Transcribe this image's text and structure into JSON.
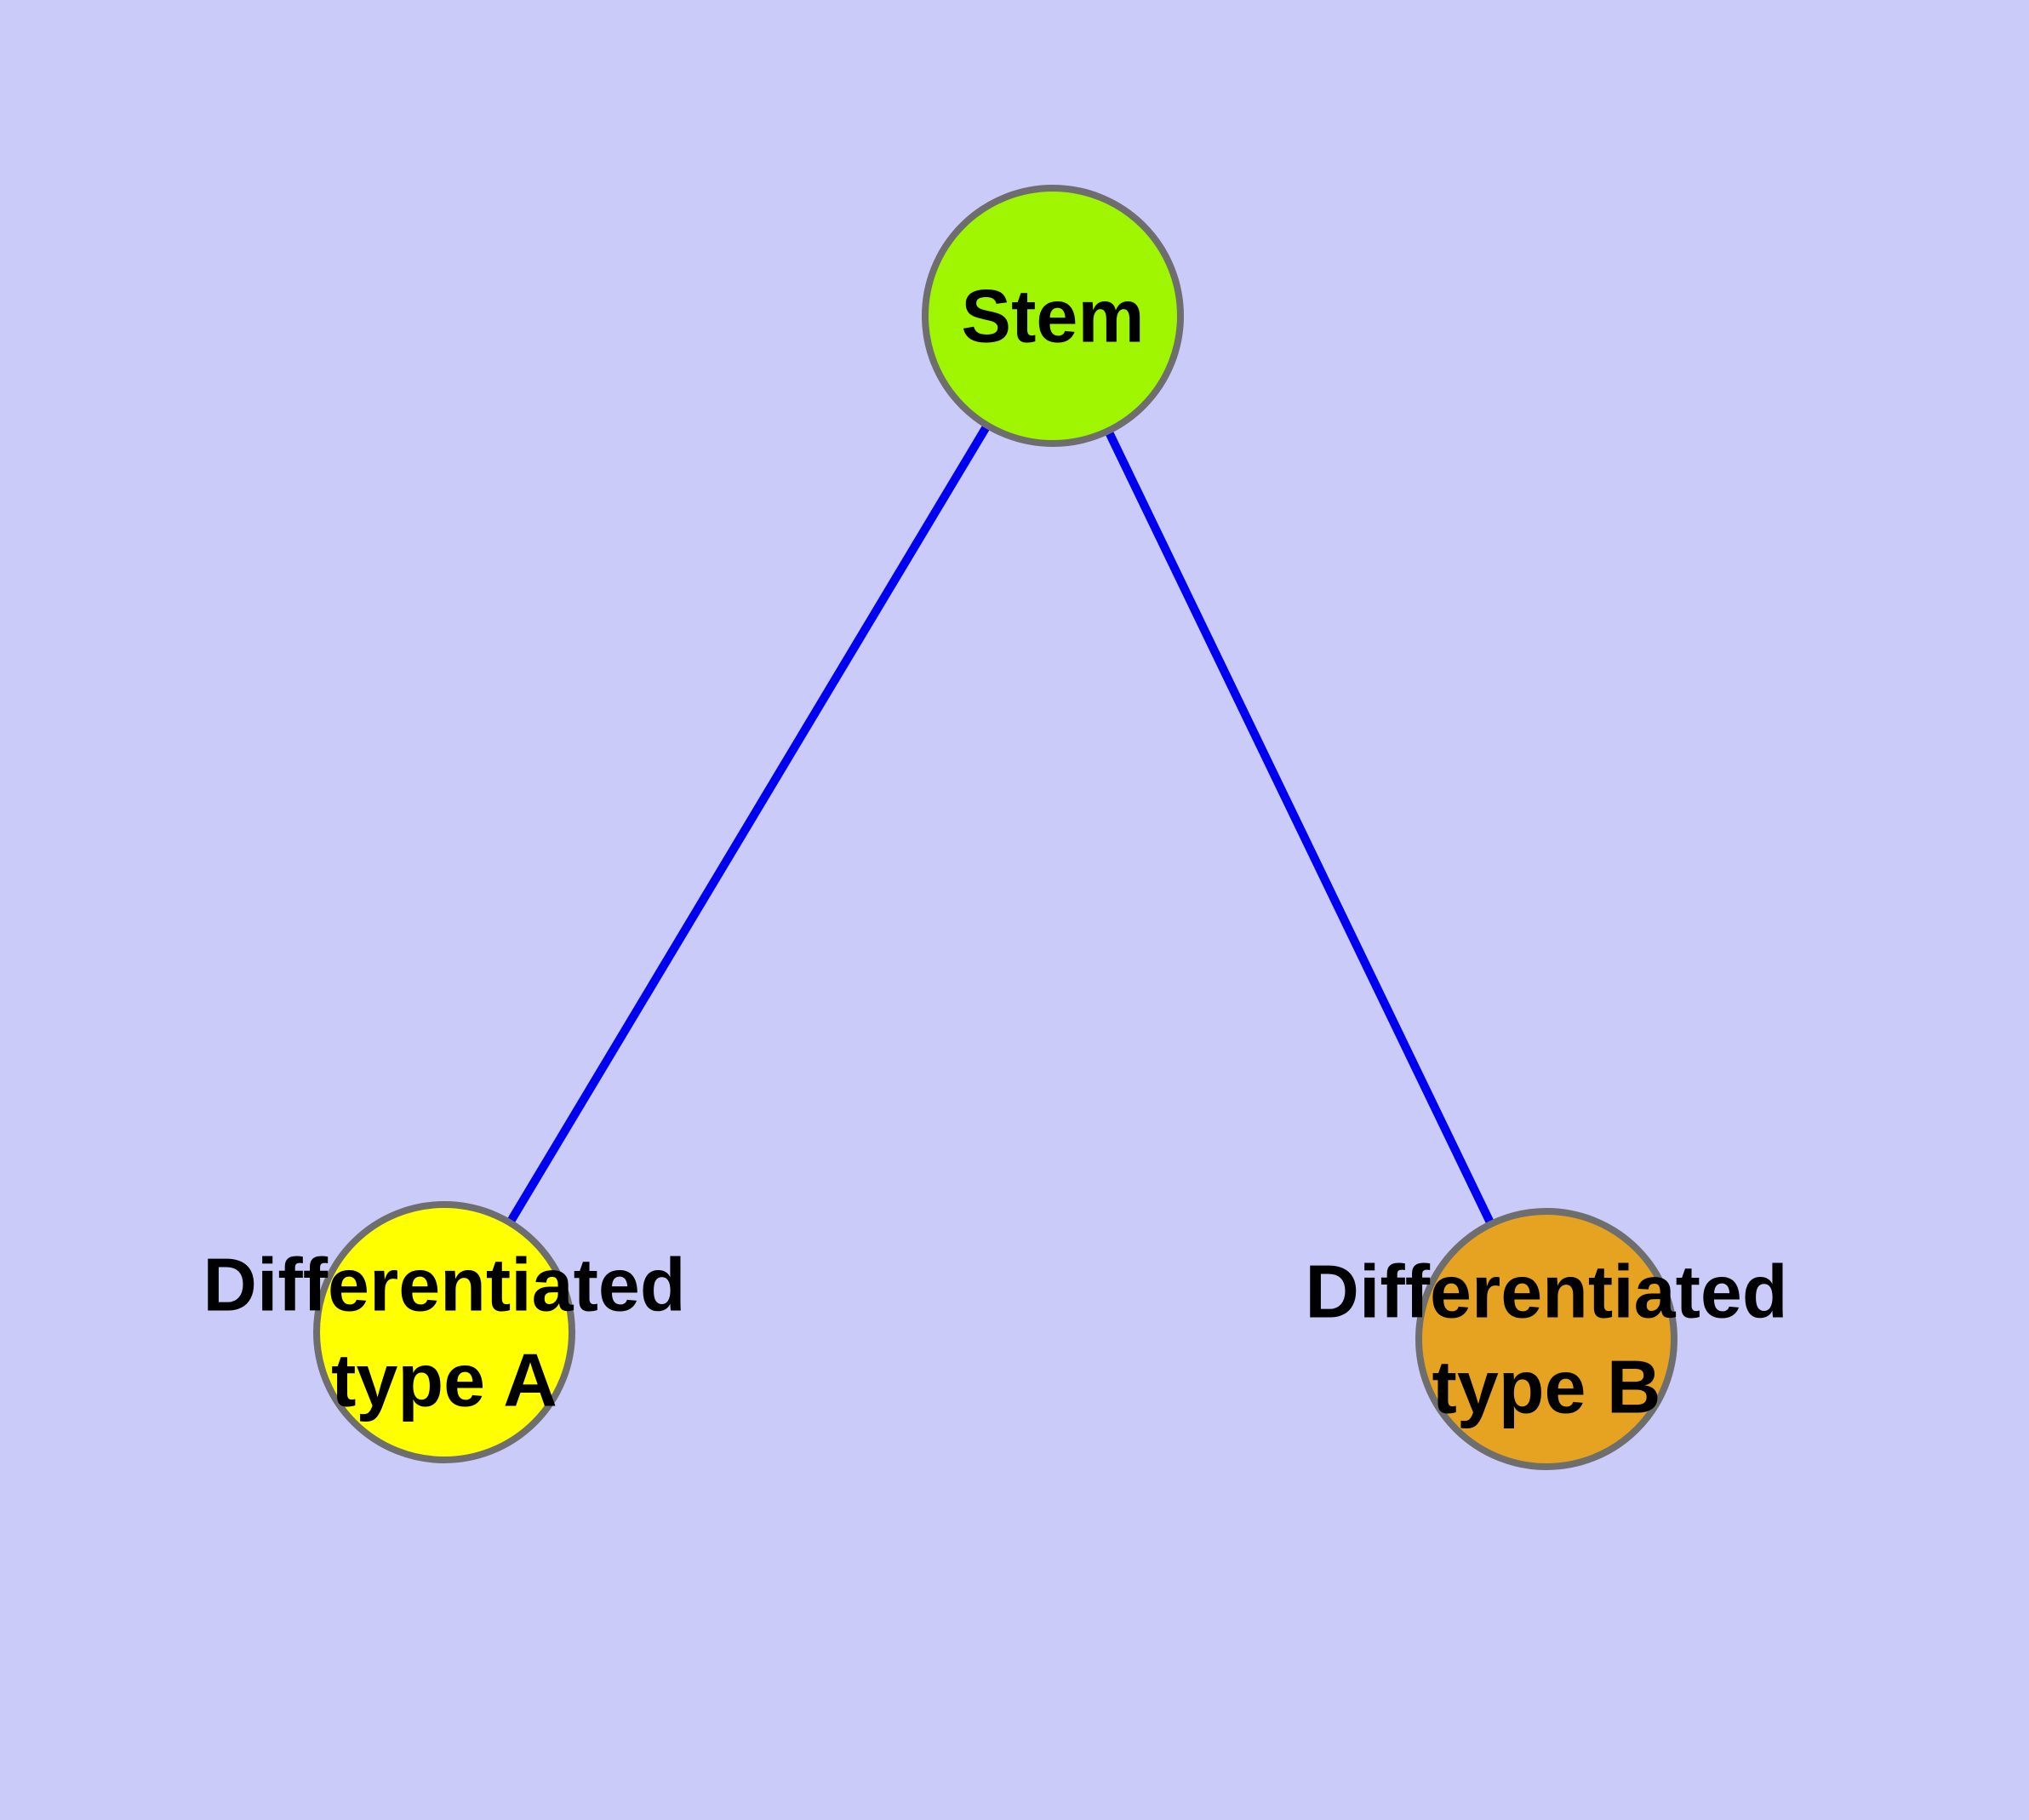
{
  "diagram": {
    "background_color": "#CBCBF9",
    "node_border_color": "#6E6E6E",
    "edge_color": "#0000F0",
    "text_color": "#000000",
    "nodes": {
      "stem": {
        "label": "Stem",
        "fill": "#A0F500"
      },
      "type_a": {
        "label_line1": "Differentiated",
        "label_line2": "type A",
        "fill": "#FFFF00"
      },
      "type_b": {
        "label_line1": "Differentiated",
        "label_line2": "type B",
        "fill": "#E6A221"
      }
    },
    "edges": [
      {
        "from": "stem",
        "to": "type_a"
      },
      {
        "from": "stem",
        "to": "type_b"
      }
    ]
  }
}
